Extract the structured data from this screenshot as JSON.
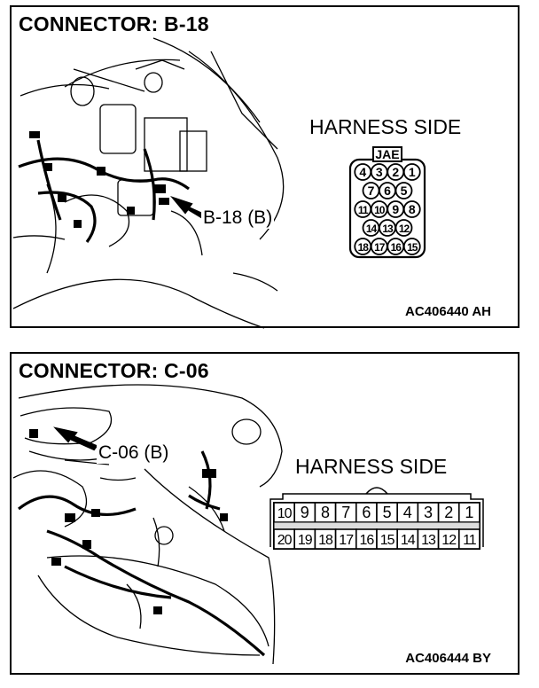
{
  "panels": [
    {
      "title": "CONNECTOR: B-18",
      "callout": "B-18 (B)",
      "side_label": "HARNESS SIDE",
      "connector_tag": "JAE",
      "pins": [
        [
          "4",
          "3",
          "2",
          "1"
        ],
        [
          "7",
          "6",
          "5"
        ],
        [
          "11",
          "10",
          "9",
          "8"
        ],
        [
          "14",
          "13",
          "12"
        ],
        [
          "18",
          "17",
          "16",
          "15"
        ]
      ],
      "figure_code": "AC406440 AH"
    },
    {
      "title": "CONNECTOR: C-06",
      "callout": "C-06 (B)",
      "side_label": "HARNESS SIDE",
      "pins": [
        [
          "10",
          "9",
          "8",
          "7",
          "6",
          "5",
          "4",
          "3",
          "2",
          "1"
        ],
        [
          "20",
          "19",
          "18",
          "17",
          "16",
          "15",
          "14",
          "13",
          "12",
          "11"
        ]
      ],
      "figure_code": "AC406444 BY"
    }
  ]
}
